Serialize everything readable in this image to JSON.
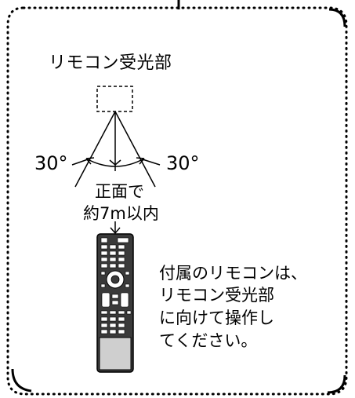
{
  "title": "リモコン受光部",
  "angle_left": "30°",
  "angle_right": "30°",
  "range": {
    "line1": "正面で",
    "line2": "約7m以内"
  },
  "note": {
    "line1": "付属のリモコンは、",
    "line2": "リモコン受光部",
    "line3": "に向けて操作し",
    "line4": "てください。"
  },
  "colors": {
    "line": "#000000",
    "remote_body": "#3a3a3a",
    "remote_bottom": "#cfcfcf",
    "background": "#ffffff"
  },
  "icons": [
    "remote-control-icon",
    "sensor-box-icon",
    "arrow-down-icon"
  ]
}
